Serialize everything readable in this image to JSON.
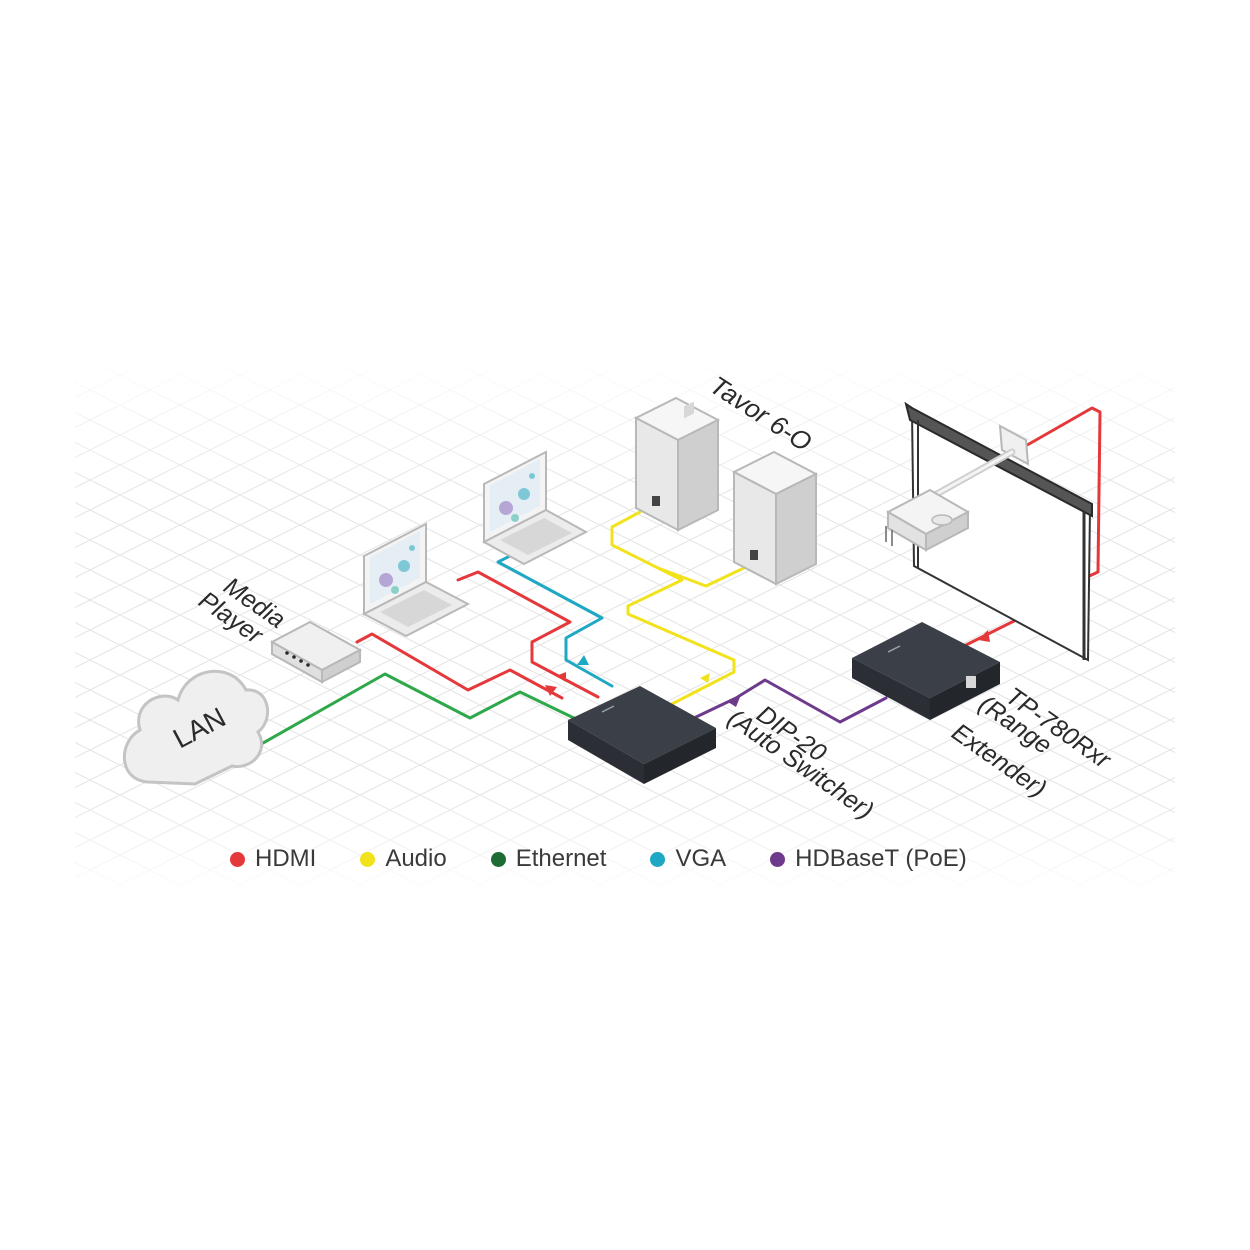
{
  "labels": {
    "media_player_line1": "Media",
    "media_player_line2": "Player",
    "lan": "LAN",
    "tavor": "Tavor 6-O",
    "dip_line1": "DIP-20",
    "dip_line2": "(Auto Switcher)",
    "tp_line1": "TP-780Rxr",
    "tp_line2": "(Range",
    "tp_line3": "Extender)"
  },
  "legend": [
    {
      "name": "HDMI",
      "color": "#e5383b"
    },
    {
      "name": "Audio",
      "color": "#f2e21c"
    },
    {
      "name": "Ethernet",
      "color": "#1e6b34"
    },
    {
      "name": "VGA",
      "color": "#1fa8c4"
    },
    {
      "name": "HDBaseT (PoE)",
      "color": "#6e3a8c"
    }
  ],
  "cable_colors": {
    "hdmi": "#e5383b",
    "audio": "#f2e21c",
    "ethernet": "#2ea84a",
    "vga": "#1fa8c4",
    "hdbaset": "#6e3a8c"
  }
}
